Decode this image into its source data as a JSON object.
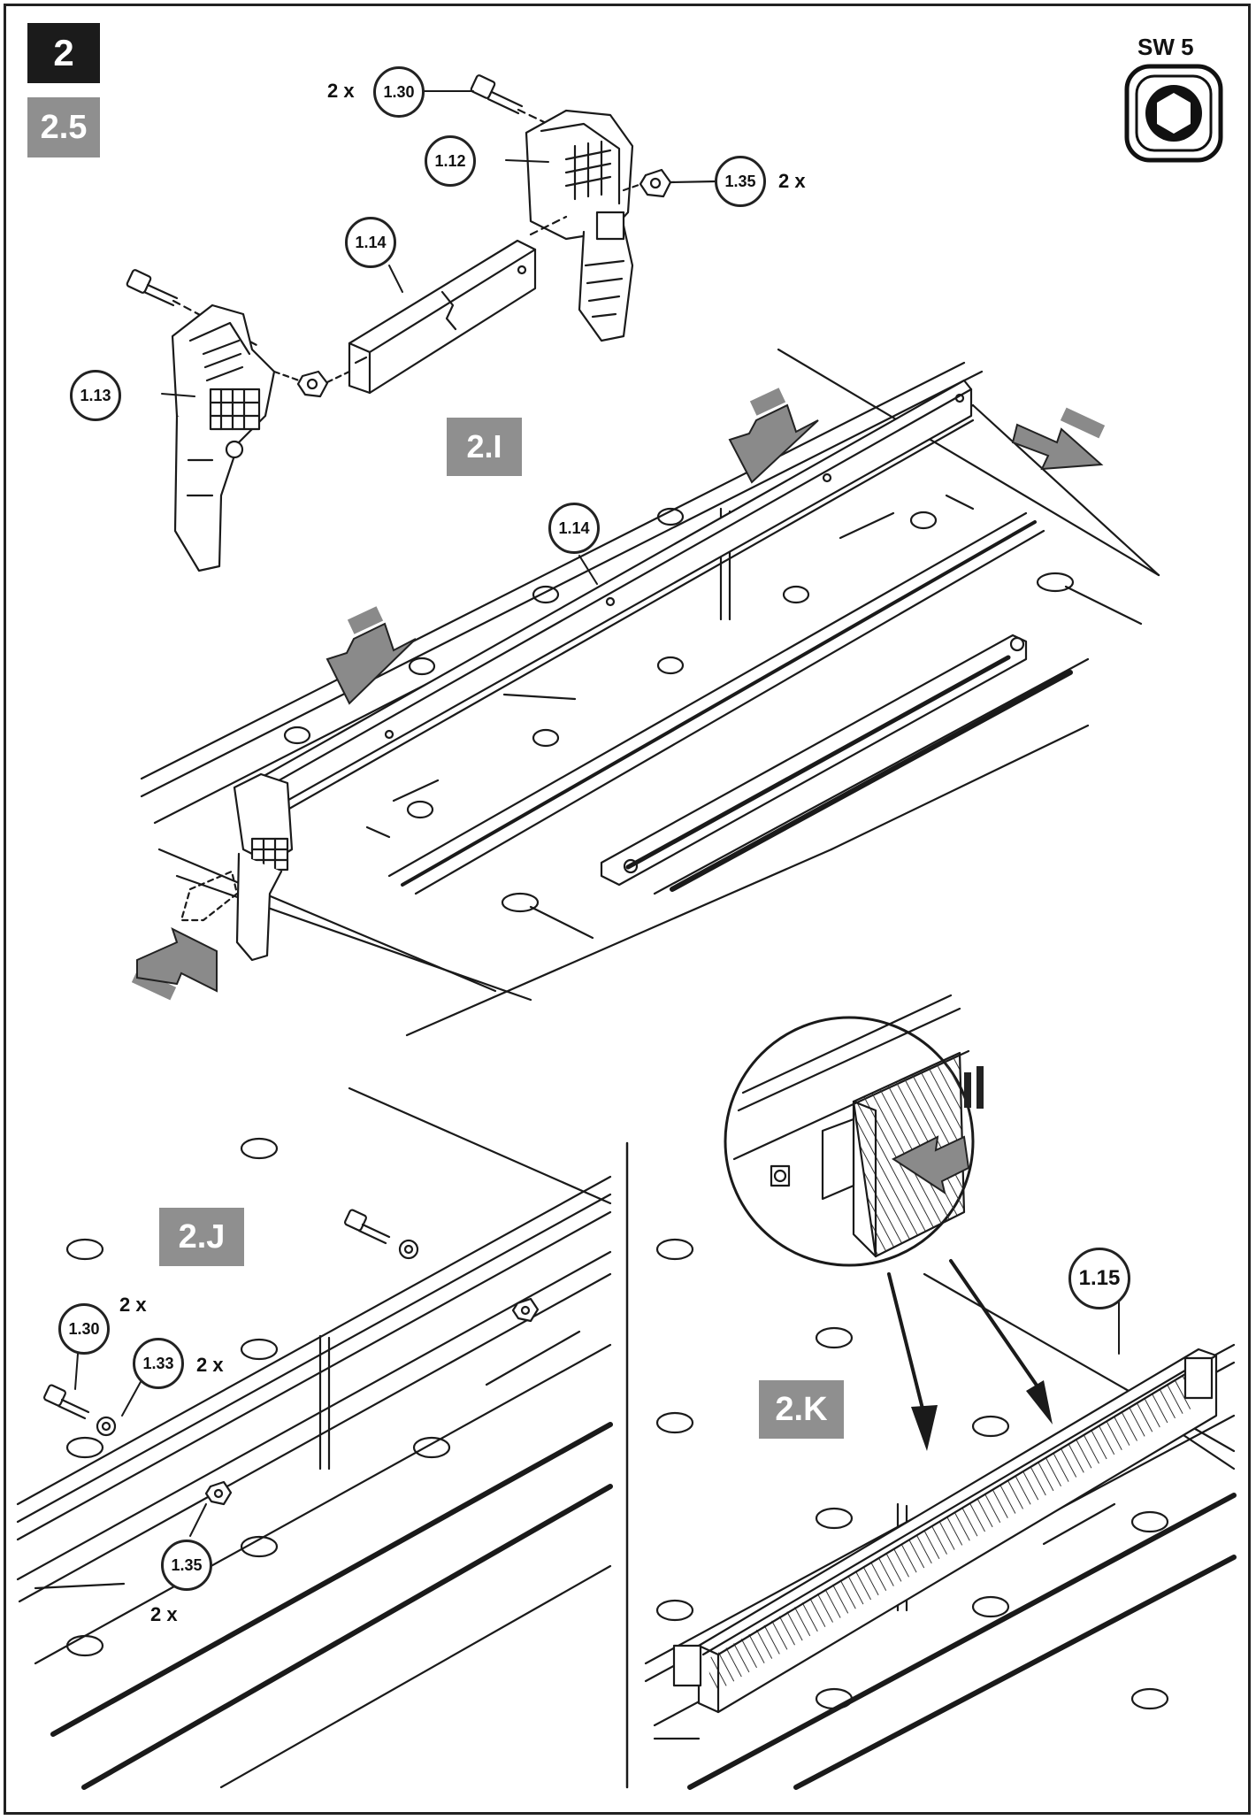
{
  "step_number": "2",
  "sub_step": "2.5",
  "tool": {
    "label": "SW 5",
    "icon": "hex-key-icon"
  },
  "views": {
    "i": {
      "label": "2.I"
    },
    "j": {
      "label": "2.J"
    },
    "k": {
      "label": "2.K"
    }
  },
  "callouts": {
    "c130_top": "1.30",
    "c112": "1.12",
    "c135_top": "1.35",
    "c114_top": "1.14",
    "c113": "1.13",
    "c114_mid": "1.14",
    "c130_j": "1.30",
    "c133_j": "1.33",
    "c135_j": "1.35",
    "c115": "1.15"
  },
  "quantities": {
    "q130_top": "2 x",
    "q135_top": "2 x",
    "q130_j": "2 x",
    "q133_j": "2 x",
    "q135_j": "2 x"
  },
  "colors": {
    "line": "#1a1a1a",
    "label_gray": "#8f8f8f",
    "label_black": "#1b1b1b"
  }
}
